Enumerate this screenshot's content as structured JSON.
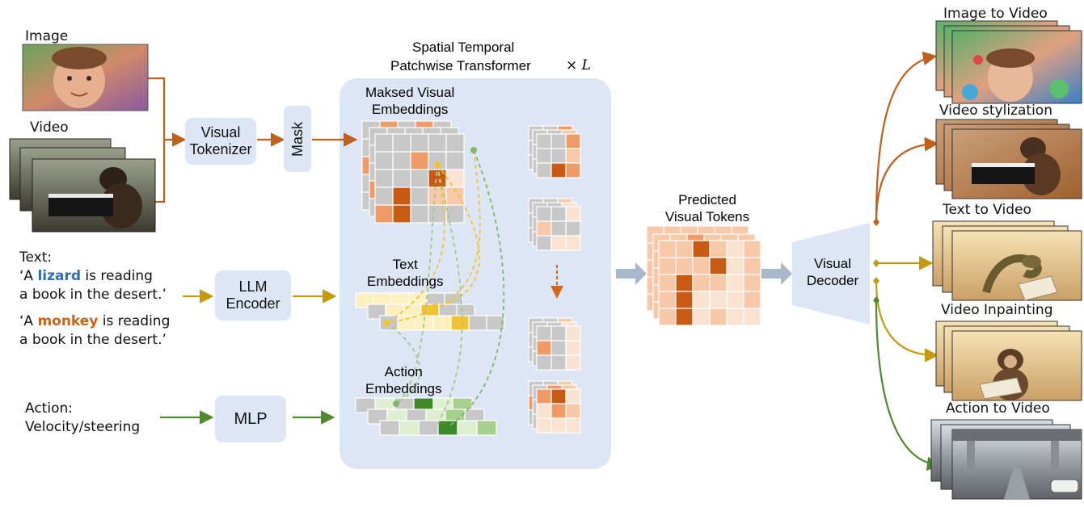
{
  "inputs": {
    "image_label": "Image",
    "video_label": "Video",
    "text_label": "Text:",
    "prompt1": {
      "open": "‘A ",
      "highlight": "lizard",
      "rest": " is reading",
      "line2": "a book in the desert.’"
    },
    "prompt2": {
      "open": "‘A ",
      "highlight": "monkey",
      "rest": " is reading",
      "line2": "a book in the desert.’"
    },
    "action_label": "Action:",
    "action_value": "Velocity/steering"
  },
  "modules": {
    "visual_tokenizer": [
      "Visual",
      "Tokenizer"
    ],
    "mask": "Mask",
    "llm_encoder": [
      "LLM",
      "Encoder"
    ],
    "mlp": "MLP",
    "visual_decoder": [
      "Visual",
      "Decoder"
    ]
  },
  "transformer": {
    "title_line1": "Spatial Temporal",
    "title_line2": "Patchwise Transformer",
    "repeat": "× L",
    "masked_label": [
      "Maksed Visual",
      "Embeddings"
    ],
    "text_label": [
      "Text",
      "Embeddings"
    ],
    "action_label": [
      "Action",
      "Embeddings"
    ]
  },
  "predicted_label": [
    "Predicted",
    "Visual Tokens"
  ],
  "outputs": [
    "Image to Video",
    "Video stylization",
    "Text to Video",
    "Video Inpainting",
    "Action to Video"
  ],
  "colors": {
    "orange_dark": "#c85a14",
    "orange_mid": "#ef9a67",
    "orange_light": "#f8c9a9",
    "orange_pale": "#fbe3d2",
    "yellow_dark": "#f2c233",
    "yellow_pale": "#fcefc0",
    "green_dark": "#3d8a2a",
    "green_mid": "#a6d08b",
    "green_pale": "#dff0d2",
    "gray": "#c8c8c8",
    "panel": "#dde6f4",
    "arrow_orange": "#c0601a",
    "arrow_gold": "#c59a10",
    "arrow_green": "#4f8a2c",
    "lizard": "#2e6db4",
    "monkey": "#c8641a"
  }
}
